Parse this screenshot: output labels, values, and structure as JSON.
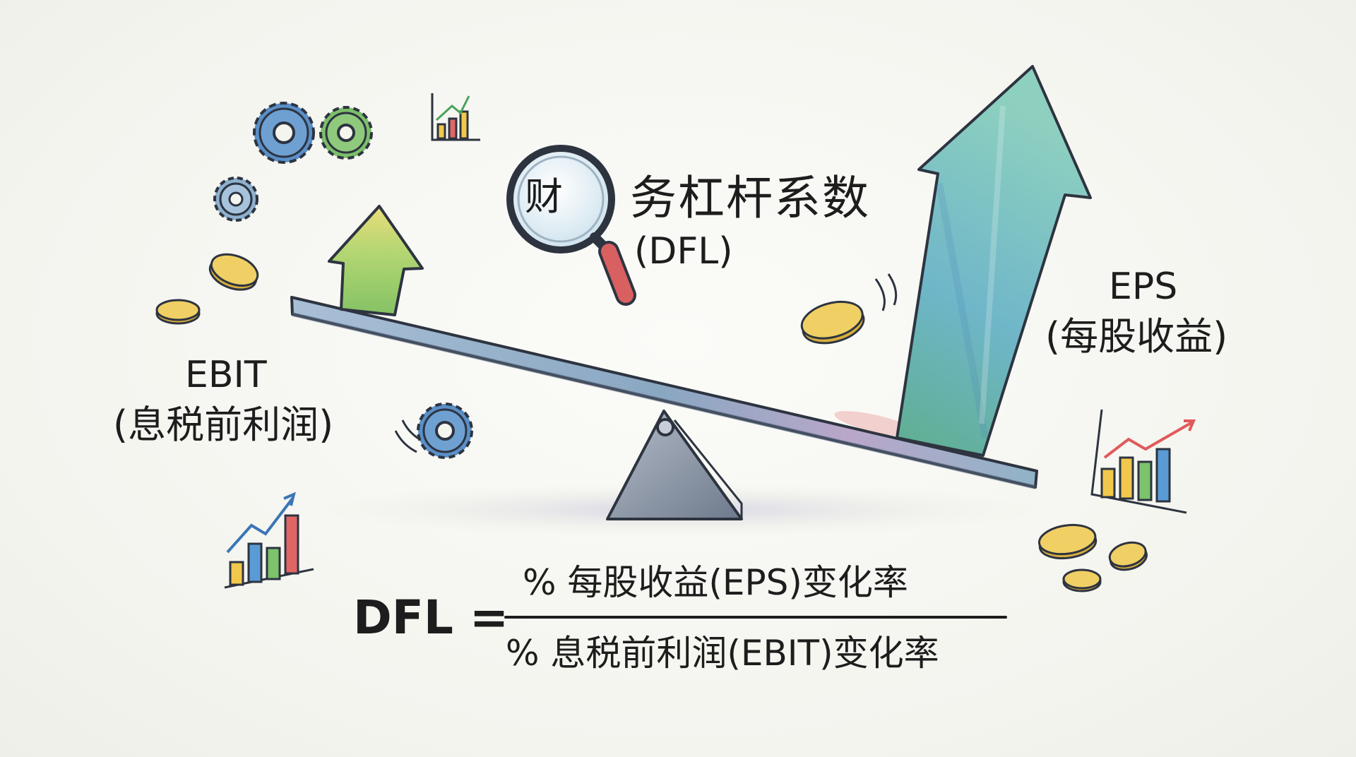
{
  "title": {
    "lens_char": "财",
    "rest": "务杠杆系数",
    "abbr": "(DFL)"
  },
  "left_label": {
    "en": "EBIT",
    "cn": "(息税前利润)"
  },
  "right_label": {
    "en": "EPS",
    "cn": "(每股收益)"
  },
  "formula": {
    "lhs": "DFL =",
    "numerator": "% 每股收益(EPS)变化率",
    "denominator": "% 息税前利润(EBIT)变化率"
  },
  "colors": {
    "beam": "#8fa6c0",
    "fulcrum": "#8c97a6",
    "big_arrow": "#6bbfb0",
    "small_arrow": "#a8cf72",
    "coin": "#e7c25a",
    "gear_blue": "#5a8fc8",
    "gear_green": "#7cbf6a",
    "bar_blue": "#5b9bd5",
    "bar_green": "#7cc36b",
    "bar_yellow": "#f1c84b",
    "bar_red": "#e06666",
    "text": "#1d1d1d"
  },
  "icons": [
    "magnifier-icon",
    "gear-icon",
    "coin-icon",
    "bar-chart-icon",
    "up-arrow-icon",
    "seesaw-icon"
  ]
}
